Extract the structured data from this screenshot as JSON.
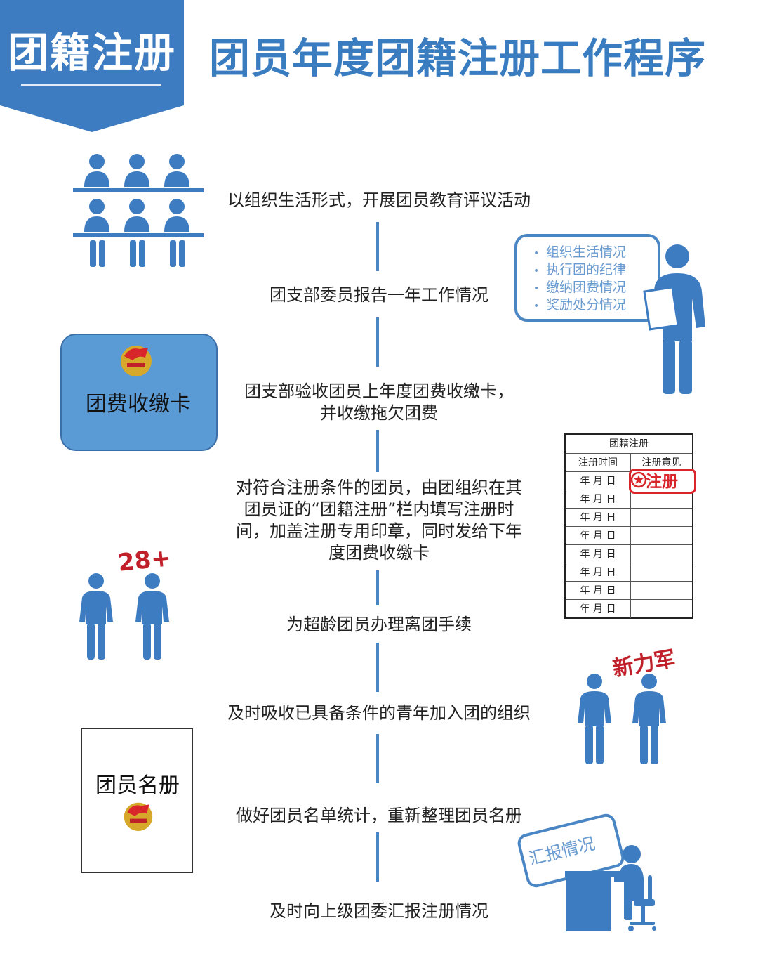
{
  "header": {
    "badge": "团籍注册",
    "title": "团员年度团籍注册工作程序"
  },
  "steps": [
    "以组织生活形式，开展团员教育评议活动",
    "团支部委员报告一年工作情况",
    "团支部验收团员上年度团费收缴卡，",
    "并收缴拖欠团费",
    "对符合注册条件的团员，由团组织在其",
    "团员证的“团籍注册”栏内填写注册时",
    "间，加盖注册专用印章，同时发给下年",
    "度团费收缴卡",
    "为超龄团员办理离团手续",
    "及时吸收已具备条件的青年加入团的组织",
    "做好团员名单统计，重新整理团员名册",
    "及时向上级团委汇报注册情况"
  ],
  "report_items": [
    "组织生活情况",
    "执行团的纪律",
    "缴纳团费情况",
    "奖励处分情况"
  ],
  "fee_card": "团费收缴卡",
  "roster": "团员名册",
  "register_table": {
    "title": "团籍注册",
    "col1": "注册时间",
    "col2": "注册意见",
    "date_text": "年 月 日",
    "stamp": "注册"
  },
  "age_label": "28+",
  "new_force": "新力军",
  "report_bubble": "汇报情况",
  "colors": {
    "primary": "#3e7cc1",
    "accent_red": "#c0202a",
    "light_text": "#6a9bd0"
  }
}
